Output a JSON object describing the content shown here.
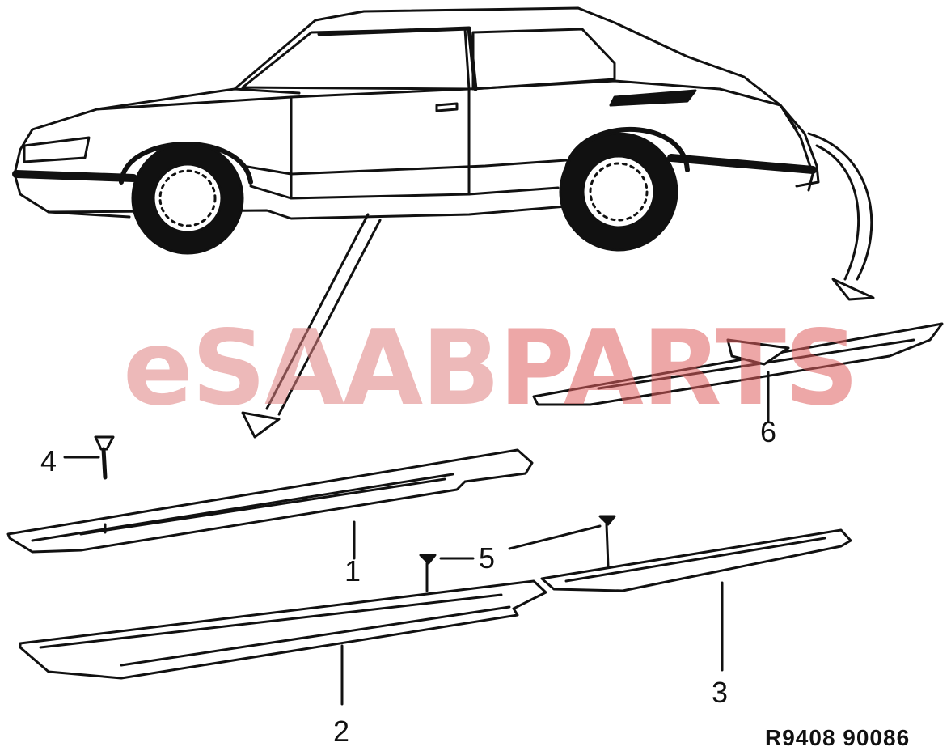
{
  "diagram": {
    "watermark": {
      "prefix": "eSAAB",
      "suffix": "PARTS",
      "prefix_color": "#e08080",
      "suffix_color": "#e06060"
    },
    "labels": [
      {
        "id": "1",
        "text": "1"
      },
      {
        "id": "2",
        "text": "2"
      },
      {
        "id": "3",
        "text": "3"
      },
      {
        "id": "4",
        "text": "4"
      },
      {
        "id": "5",
        "text": "5"
      },
      {
        "id": "6",
        "text": "6"
      }
    ],
    "reference_code": "R9408  90086",
    "colors": {
      "line": "#111111",
      "background": "#ffffff"
    }
  }
}
